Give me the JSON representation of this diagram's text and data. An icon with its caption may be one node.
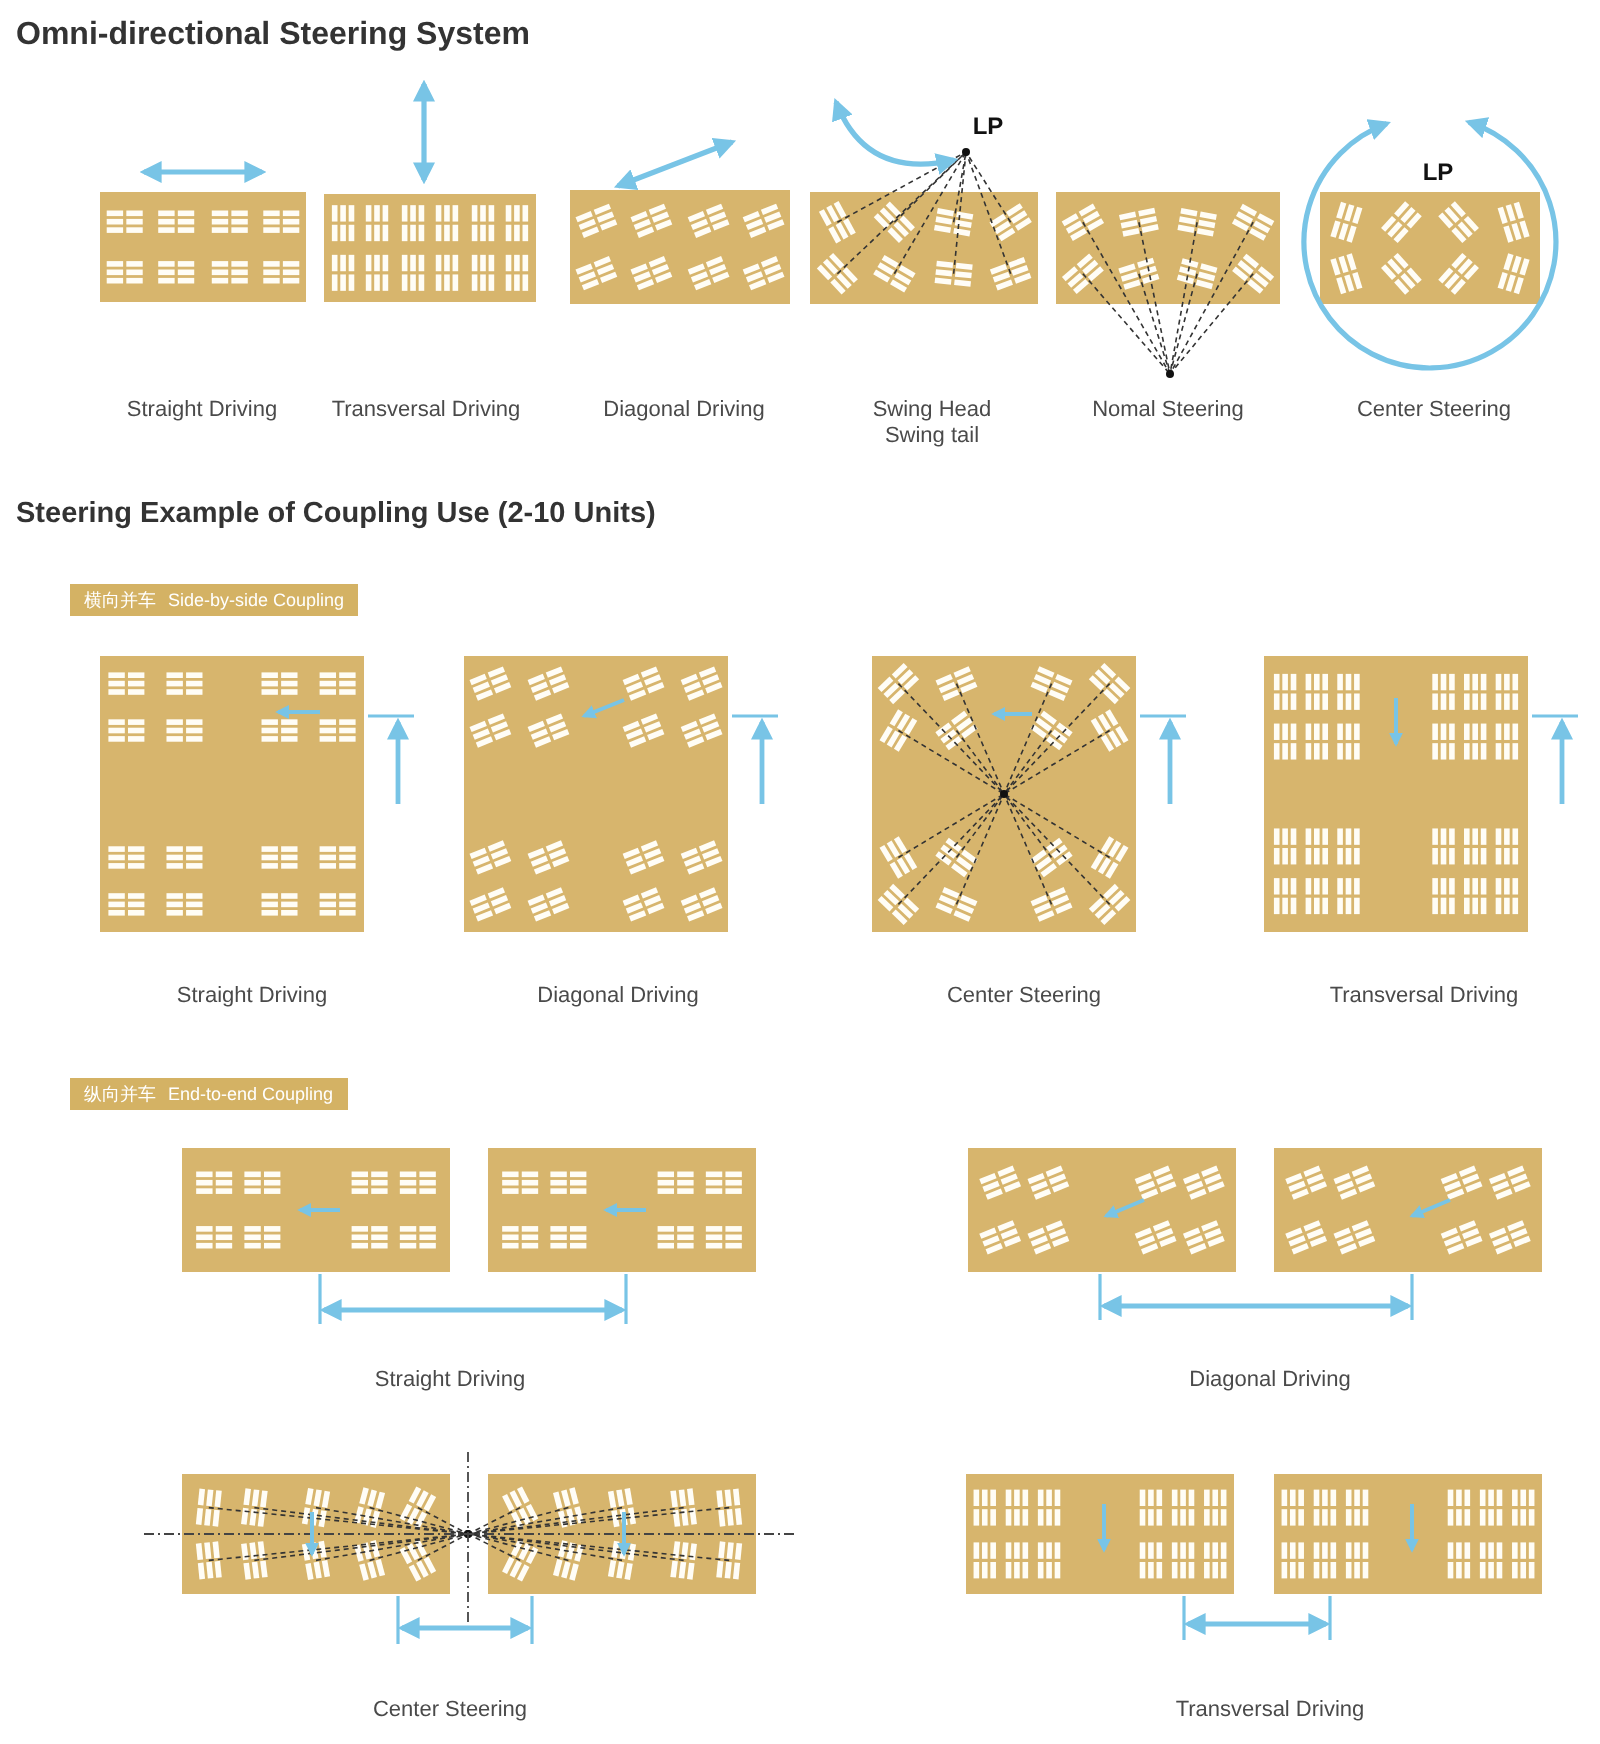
{
  "diagram": {
    "title": "Omni-directional Steering System",
    "nodes": [
      {
        "text": [
          "横向并车",
          "Side-by-side Coupling"
        ]
      },
      {
        "text": [
          "纵向并车",
          "End-to-end Coupling"
        ]
      }
    ],
    "labels": [
      "LP",
      "LP",
      "Straight Driving",
      "Transversal Driving",
      "Diagonal Driving",
      "Swing Head Swing tail",
      "Nomal Steering",
      "Center Steering",
      "Steering Example of Coupling Use (2-10 Units)",
      "Straight Driving",
      "Diagonal Driving",
      "Center Steering",
      "Transversal Driving",
      "Straight Driving",
      "Diagonal Driving",
      "Center Steering",
      "Transversal Driving"
    ]
  }
}
